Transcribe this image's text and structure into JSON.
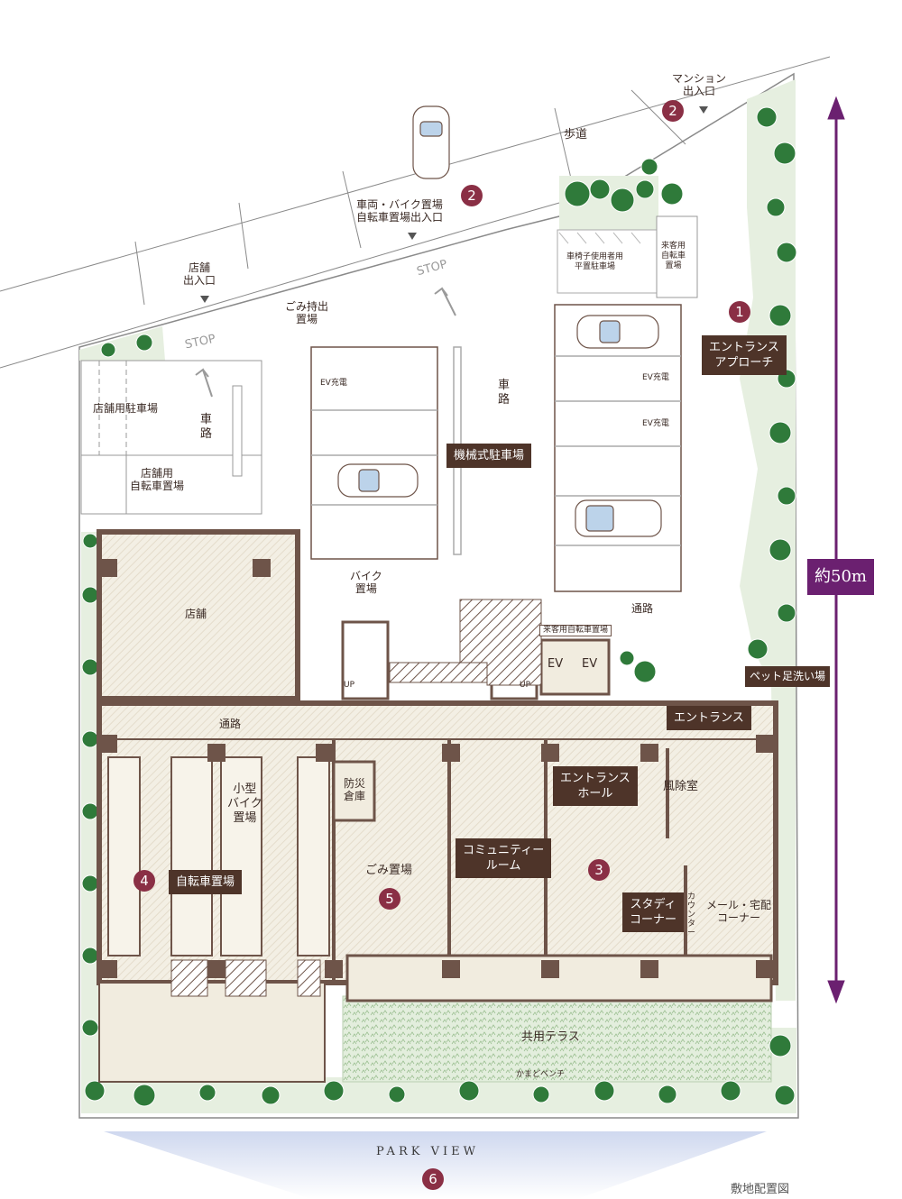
{
  "labels": {
    "mansion_entrance": [
      "マンション",
      "出入口"
    ],
    "sidewalk": "歩道",
    "vehicle_entrance": [
      "車両・バイク置場",
      "自転車置場出入口"
    ],
    "shop_entrance": [
      "店舗",
      "出入口"
    ],
    "garbage_carry": [
      "ごみ持出",
      "置場"
    ],
    "stop_left": "STOP",
    "stop_right": "STOP",
    "wheelchair_parking": [
      "車椅子使用者用",
      "平置駐車場"
    ],
    "guest_bike": [
      "来客用",
      "自転車",
      "置場"
    ],
    "entrance_approach": [
      "エントランス",
      "アプローチ"
    ],
    "shop_parking": "店舗用駐車場",
    "road_left": [
      "車",
      "路"
    ],
    "road_center": [
      "車",
      "路"
    ],
    "shop_bike": [
      "店舗用",
      "自転車置場"
    ],
    "ev_charge_1": "EV充電",
    "ev_charge_2": "EV充電",
    "ev_charge_3": "EV充電",
    "mechanical_parking": "機械式駐車場",
    "bike_parking_label": [
      "バイク",
      "置場"
    ],
    "passage_right": "通路",
    "shop": "店舗",
    "guest_bike_2": "来客用自転車置場",
    "ev_1": "EV",
    "ev_2": "EV",
    "pet_wash": "ペット足洗い場",
    "entrance": "エントランス",
    "passage_left": "通路",
    "up_1": "UP",
    "up_2": "UP",
    "disaster_storage": [
      "防災",
      "倉庫"
    ],
    "small_bike": [
      "小型",
      "バイク",
      "置場"
    ],
    "entrance_hall": [
      "エントランス",
      "ホール"
    ],
    "windbreak": "風除室",
    "community_room": [
      "コミュニティー",
      "ルーム"
    ],
    "garbage": "ごみ置場",
    "bicycle_parking": "自転車置場",
    "study_corner": [
      "スタディ",
      "コーナー"
    ],
    "counter": [
      "カ",
      "ウ",
      "ン",
      "タ",
      "ー"
    ],
    "mail_corner": [
      "メール・宅配",
      "コーナー"
    ],
    "common_terrace": "共用テラス",
    "kamado_bench": "かまどベンチ",
    "scale": "約50m",
    "park_view": "PARK VIEW",
    "caption": "敷地配置図"
  },
  "markers": {
    "n1": "1",
    "n2a": "2",
    "n2b": "2",
    "n3": "3",
    "n4": "4",
    "n5": "5",
    "n6": "6"
  },
  "colors": {
    "wall": "#6e5449",
    "floor": "#f1ecdf",
    "green": "#3e8a3e",
    "lawn": "#e6efe0",
    "label_bg": "#4e3429",
    "marker": "#8a2f45",
    "scale": "#6b2070",
    "park_band": "#dde4f3"
  }
}
